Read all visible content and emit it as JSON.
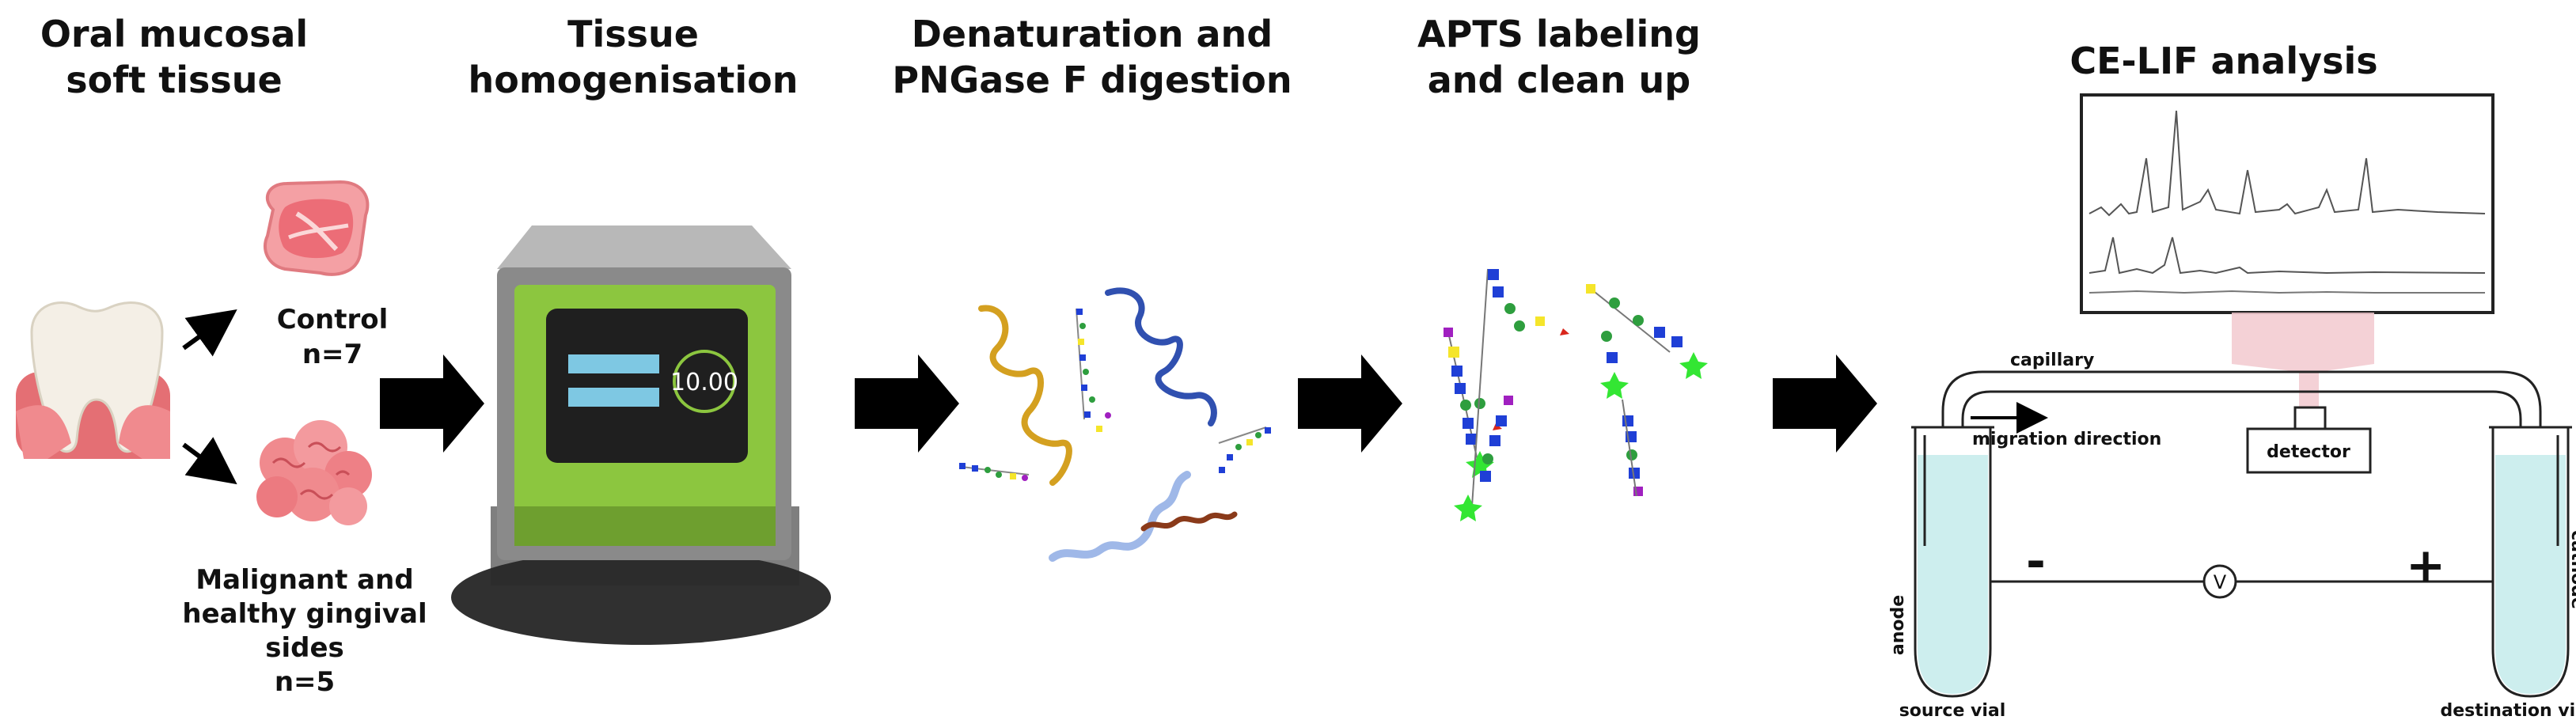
{
  "steps": {
    "step1_title": "Oral mucosal\nsoft tissue",
    "step2_title": "Tissue\nhomogenisation",
    "step3_title": "Denaturation and\nPNGase F digestion",
    "step4_title": "APTS labeling\nand clean up",
    "step5_title": "CE-LIF analysis"
  },
  "groups": {
    "control_label": "Control\nn=7",
    "malignant_label": "Malignant and\nhealthy gingival\nsides\nn=5"
  },
  "homogeniser": {
    "display_value": "10.00"
  },
  "ce": {
    "capillary": "capillary",
    "migration": "migration direction",
    "detector": "detector",
    "anode": "anode",
    "cathode": "cathode",
    "source_vial": "source vial",
    "destination_vial": "destination vial",
    "minus": "-",
    "plus": "+",
    "voltmeter": "V"
  },
  "colors": {
    "arrow": "#000000",
    "device_green": "#8cc63f",
    "screen_bar": "#7ec8e3",
    "vial_fill": "#cdeeee",
    "detector_beam": "#f2c9cf",
    "glycan_blue": "#1f3fd6",
    "glycan_green": "#2e9e3e",
    "glycan_yellow": "#f5e52a",
    "glycan_red": "#d9261c",
    "glycan_purple": "#a020c0",
    "fluor_green": "#33e633"
  }
}
